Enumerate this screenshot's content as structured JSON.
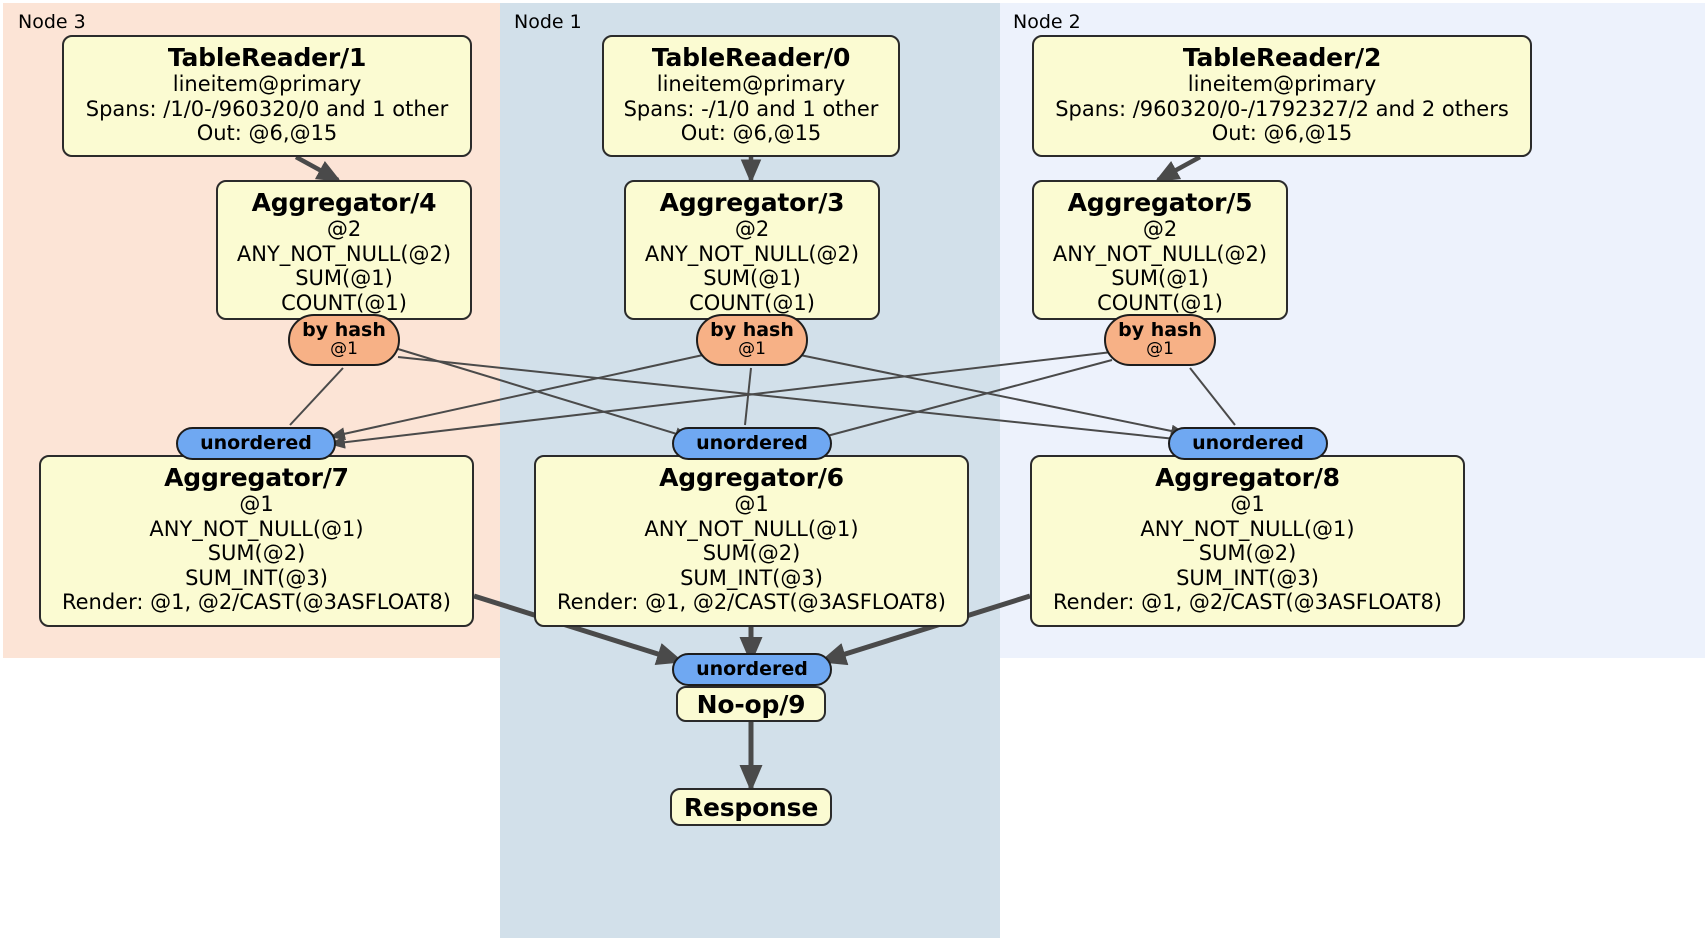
{
  "diagram": {
    "type": "distributed-query-plan",
    "regions": [
      {
        "id": "node3",
        "label": "Node 3",
        "color": "#fce4d6",
        "border": "#e8d6c8"
      },
      {
        "id": "node1",
        "label": "Node 1",
        "color": "#d2e0ea",
        "border": "#c2d2de"
      },
      {
        "id": "node2",
        "label": "Node 2",
        "color": "#edf2fc",
        "border": "#dde5f4"
      }
    ],
    "colors": {
      "processor_fill": "#fbfbd2",
      "processor_stroke": "#2b2b2b",
      "hash_router_fill": "#f7b186",
      "unordered_router_fill": "#6fa8f2",
      "edge": "#4a4a4a"
    },
    "processors": [
      {
        "id": "tr1",
        "title": "TableReader/1",
        "lines": [
          "lineitem@primary",
          "Spans: /1/0-/960320/0 and 1 other",
          "Out: @6,@15"
        ]
      },
      {
        "id": "tr0",
        "title": "TableReader/0",
        "lines": [
          "lineitem@primary",
          "Spans: -/1/0 and 1 other",
          "Out: @6,@15"
        ]
      },
      {
        "id": "tr2",
        "title": "TableReader/2",
        "lines": [
          "lineitem@primary",
          "Spans: /960320/0-/1792327/2 and 2 others",
          "Out: @6,@15"
        ]
      },
      {
        "id": "agg4",
        "title": "Aggregator/4",
        "lines": [
          "@2",
          "ANY_NOT_NULL(@2)",
          "SUM(@1)",
          "COUNT(@1)"
        ]
      },
      {
        "id": "agg3",
        "title": "Aggregator/3",
        "lines": [
          "@2",
          "ANY_NOT_NULL(@2)",
          "SUM(@1)",
          "COUNT(@1)"
        ]
      },
      {
        "id": "agg5",
        "title": "Aggregator/5",
        "lines": [
          "@2",
          "ANY_NOT_NULL(@2)",
          "SUM(@1)",
          "COUNT(@1)"
        ]
      },
      {
        "id": "agg7",
        "title": "Aggregator/7",
        "lines": [
          "@1",
          "ANY_NOT_NULL(@1)",
          "SUM(@2)",
          "SUM_INT(@3)",
          "Render: @1, @2/CAST(@3ASFLOAT8)"
        ]
      },
      {
        "id": "agg6",
        "title": "Aggregator/6",
        "lines": [
          "@1",
          "ANY_NOT_NULL(@1)",
          "SUM(@2)",
          "SUM_INT(@3)",
          "Render: @1, @2/CAST(@3ASFLOAT8)"
        ]
      },
      {
        "id": "agg8",
        "title": "Aggregator/8",
        "lines": [
          "@1",
          "ANY_NOT_NULL(@1)",
          "SUM(@2)",
          "SUM_INT(@3)",
          "Render: @1, @2/CAST(@3ASFLOAT8)"
        ]
      },
      {
        "id": "noop9",
        "title": "No-op/9",
        "lines": []
      },
      {
        "id": "response",
        "title": "Response",
        "lines": []
      }
    ],
    "routers": [
      {
        "id": "hash4",
        "label": "by hash",
        "sub": "@1",
        "kind": "hash"
      },
      {
        "id": "hash3",
        "label": "by hash",
        "sub": "@1",
        "kind": "hash"
      },
      {
        "id": "hash5",
        "label": "by hash",
        "sub": "@1",
        "kind": "hash"
      },
      {
        "id": "sync7",
        "label": "unordered",
        "sub": "",
        "kind": "unordered"
      },
      {
        "id": "sync6",
        "label": "unordered",
        "sub": "",
        "kind": "unordered"
      },
      {
        "id": "sync8",
        "label": "unordered",
        "sub": "",
        "kind": "unordered"
      },
      {
        "id": "sync9",
        "label": "unordered",
        "sub": "",
        "kind": "unordered"
      }
    ]
  }
}
